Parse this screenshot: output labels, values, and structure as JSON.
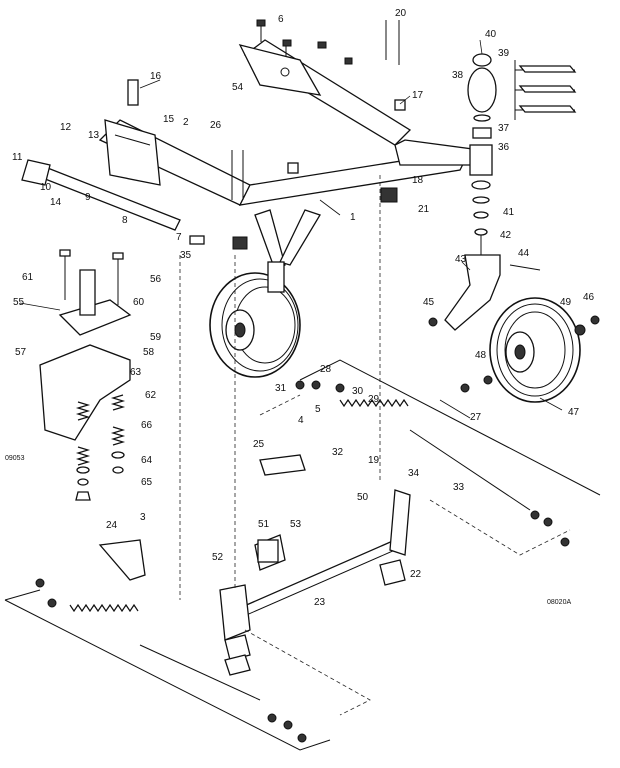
{
  "figure_codes": {
    "left": "09053",
    "right": "08020A"
  },
  "callouts": [
    "1",
    "2",
    "3",
    "4",
    "5",
    "6",
    "7",
    "8",
    "9",
    "10",
    "11",
    "12",
    "13",
    "14",
    "15",
    "16",
    "17",
    "18",
    "19",
    "20",
    "21",
    "22",
    "23",
    "24",
    "25",
    "26",
    "27",
    "28",
    "29",
    "30",
    "31",
    "32",
    "33",
    "34",
    "35",
    "36",
    "37",
    "38",
    "39",
    "40",
    "41",
    "42",
    "43",
    "44",
    "45",
    "46",
    "47",
    "48",
    "49",
    "50",
    "51",
    "52",
    "53",
    "54",
    "55",
    "56",
    "57",
    "58",
    "59",
    "60",
    "61",
    "62",
    "63",
    "64",
    "65",
    "66"
  ]
}
